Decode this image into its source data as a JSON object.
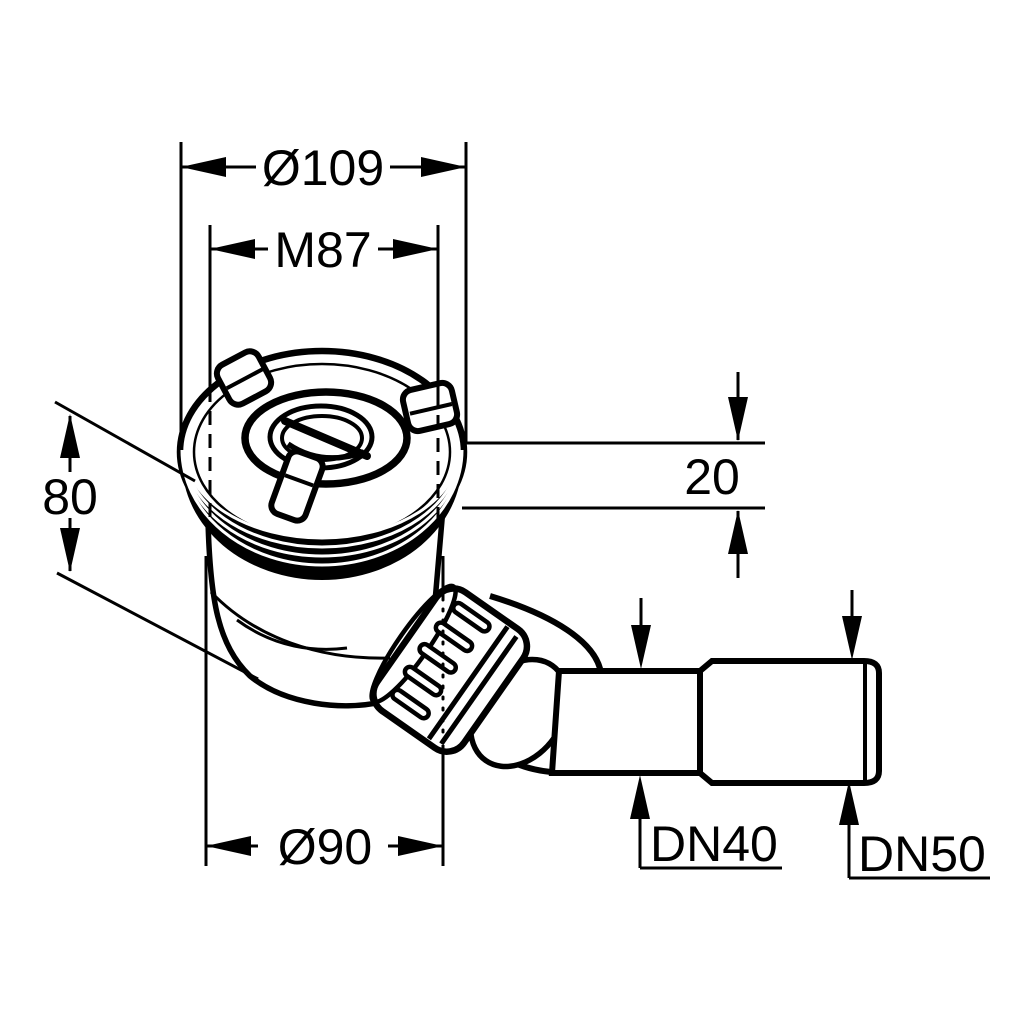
{
  "drawing": {
    "type": "technical-dimension-drawing",
    "subject": "shower drain waste elbow fitting",
    "background_color": "#ffffff",
    "line_color": "#000000",
    "dimensions": {
      "flange_outer_diameter": {
        "label": "Ø109"
      },
      "thread_size": {
        "label": "M87"
      },
      "body_height": {
        "label": "80"
      },
      "flange_thickness": {
        "label": "20"
      },
      "body_diameter": {
        "label": "Ø90"
      },
      "outlet_small": {
        "label": "DN40"
      },
      "outlet_large": {
        "label": "DN50"
      }
    }
  }
}
